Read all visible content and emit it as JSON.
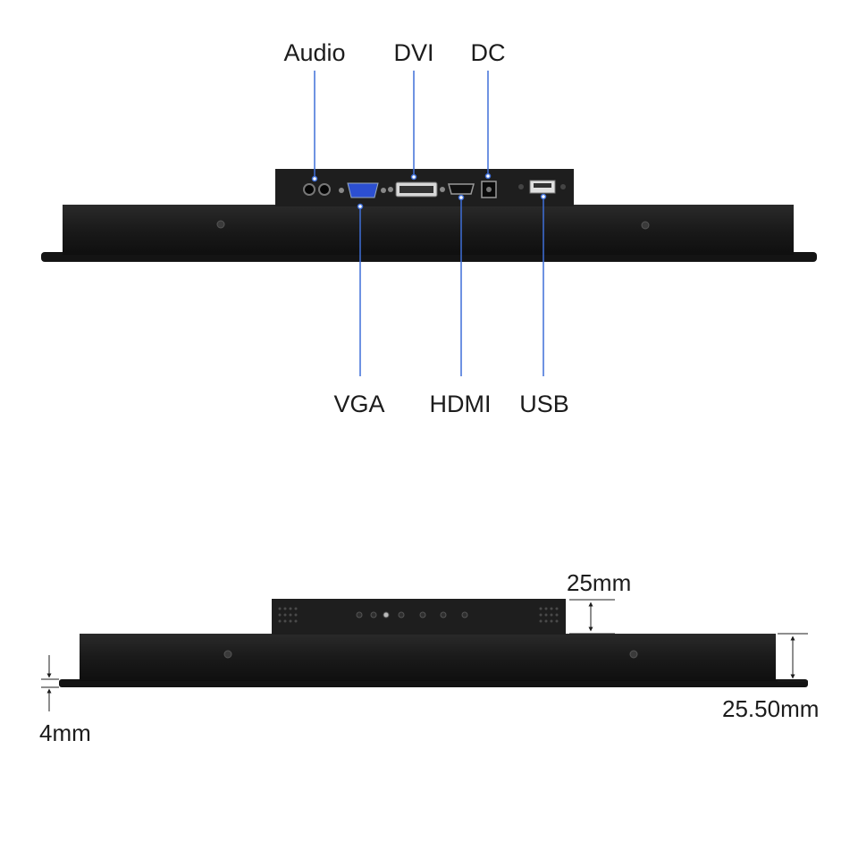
{
  "top_view": {
    "labels_above": [
      "Audio",
      "DVI",
      "DC"
    ],
    "labels_below": [
      "VGA",
      "HDMI",
      "USB"
    ]
  },
  "side_view": {
    "dimensions": {
      "box_height": "25mm",
      "body_height": "25.50mm",
      "bezel_thickness": "4mm"
    }
  },
  "colors": {
    "leader_line": "#3f6fd8",
    "body": "#1b1b1b",
    "text": "#1c1c1c"
  }
}
